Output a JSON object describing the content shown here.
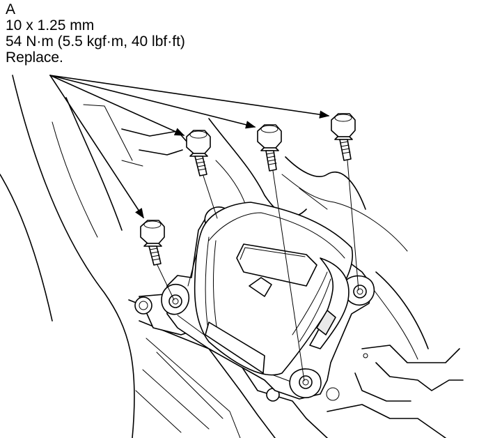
{
  "callout": {
    "letter": "A",
    "size": "10 x 1.25 mm",
    "torque": "54 N·m (5.5 kgf·m, 40 lbf·ft)",
    "note": "Replace."
  },
  "illustration": {
    "subject": "mount-bracket-with-four-bolts",
    "bolt_count": 4
  }
}
